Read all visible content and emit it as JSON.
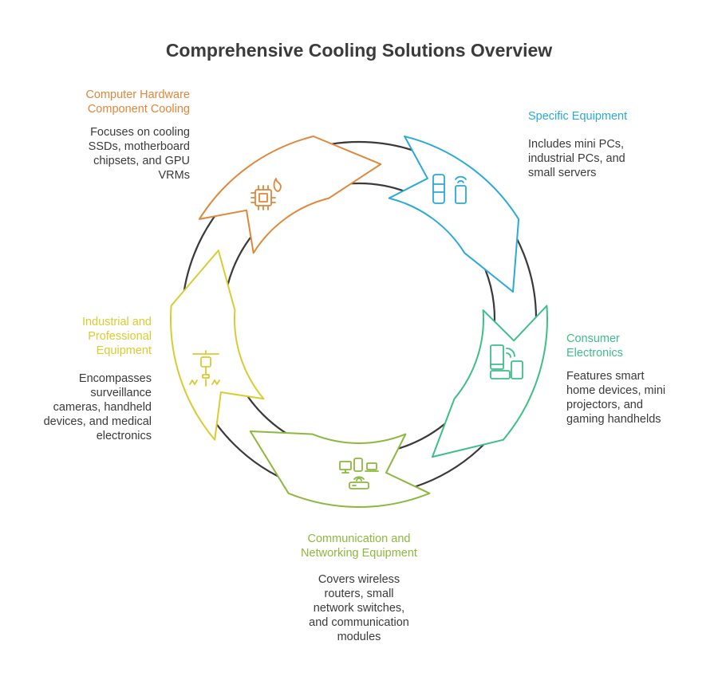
{
  "title": "Comprehensive Cooling Solutions Overview",
  "colors": {
    "hardware": "#E0873A",
    "specific": "#2BAAD6",
    "consumer": "#3DBE8A",
    "communication": "#8DB83F",
    "industrial": "#D9CC32",
    "ring_outline": "#3a3a3a"
  },
  "segments": [
    {
      "key": "hardware",
      "icon": "cpu-chip-flame-icon",
      "heading_lines": [
        "Computer Hardware",
        "Component Cooling"
      ],
      "desc_lines": [
        "Focuses on cooling",
        "SSDs, motherboard",
        "chipsets, and GPU",
        "VRMs"
      ]
    },
    {
      "key": "specific",
      "icon": "mini-pc-server-icon",
      "heading_lines": [
        "Specific Equipment"
      ],
      "desc_lines": [
        "Includes mini PCs,",
        "industrial PCs, and",
        "small servers"
      ]
    },
    {
      "key": "consumer",
      "icon": "smart-devices-icon",
      "heading_lines": [
        "Consumer",
        "Electronics"
      ],
      "desc_lines": [
        "Features smart",
        "home devices, mini",
        "projectors, and",
        "gaming handhelds"
      ]
    },
    {
      "key": "communication",
      "icon": "network-router-icon",
      "heading_lines": [
        "Communication and",
        "Networking Equipment"
      ],
      "desc_lines": [
        "Covers wireless",
        "routers, small",
        "network switches,",
        "and communication",
        "modules"
      ]
    },
    {
      "key": "industrial",
      "icon": "industrial-drill-icon",
      "heading_lines": [
        "Industrial and",
        "Professional",
        "Equipment"
      ],
      "desc_lines": [
        "Encompasses",
        "surveillance",
        "cameras, handheld",
        "devices, and medical",
        "electronics"
      ]
    }
  ]
}
